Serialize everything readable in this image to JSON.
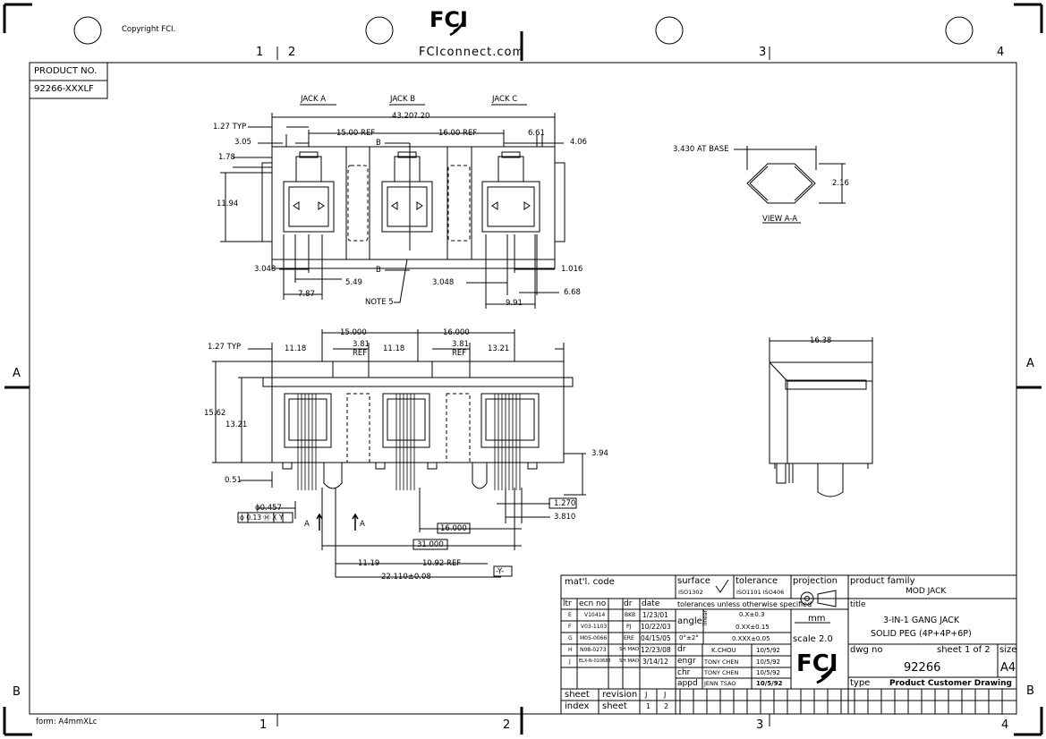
{
  "header": {
    "copyright": "Copyright FCI.",
    "logo_text": "FCI",
    "website": "FCIconnect.com",
    "form": "form: A4mmXLc"
  },
  "zones": {
    "top": [
      "1",
      "2",
      "3",
      "4"
    ],
    "bottom": [
      "1",
      "2",
      "3",
      "4"
    ],
    "left": [
      "A",
      "B"
    ],
    "right": [
      "A",
      "B"
    ]
  },
  "product": {
    "label": "PRODUCT NO.",
    "number": "92266-XXXLF"
  },
  "top_view": {
    "jack_a": "JACK A",
    "jack_b": "JACK B",
    "jack_c": "JACK C",
    "dims": {
      "overall": "43.20?.20",
      "typ": "1.27 TYP",
      "d305": "3.05",
      "d178": "1.78",
      "d1194": "11.94",
      "ref15": "15.00 REF",
      "ref16": "16.00 REF",
      "d661": "6.61",
      "d406": "4.06",
      "b_top": "B",
      "b_bot": "B",
      "d3048a": "3.048",
      "d549": "5.49",
      "d787": "7.87",
      "note": "NOTE 5",
      "d3048b": "3.048",
      "d1016": "1.016",
      "d668": "6.68",
      "d991": "9.91"
    }
  },
  "view_aa": {
    "base": "3.430 AT BASE",
    "height": "2.16",
    "title": "VIEW A-A"
  },
  "front_view": {
    "dims": {
      "d15000": "15.000",
      "d16000": "16.000",
      "typ": "1.27 TYP",
      "d1118a": "11.18",
      "d381a": "3.81",
      "ref_a": "REF",
      "d1118b": "11.18",
      "d381b": "3.81",
      "ref_b": "REF",
      "d1321a": "13.21",
      "d1562": "15.62",
      "d1321b": "13.21",
      "d051": "0.51",
      "d394": "3.94",
      "d0457": "ϕ0.457",
      "fcf": "ϕ 0.13 Ⓜ X Y",
      "a_left": "A",
      "a_right": "A",
      "d1270": "1.270",
      "d3810": "3.810",
      "d16000b": "16.000",
      "d31000": "31.000",
      "d1119": "11.19",
      "d1092": "10.92 REF",
      "datum_y": "-Y-",
      "d22110": "22.110±0.08"
    }
  },
  "side_view": {
    "width": "16.38"
  },
  "title_block": {
    "mat_code": "mat'l. code",
    "surface": "surface",
    "surface_std": "ISO1302",
    "tolerance": "tolerance",
    "tol_std": "ISO1101  ISO406",
    "projection": "projection",
    "product_family_label": "product family",
    "product_family": "MOD JACK",
    "rev_head": [
      "ltr",
      "ecn no",
      "dr",
      "date"
    ],
    "revisions": [
      [
        "E",
        "V10414",
        "BKB",
        "1/23/01"
      ],
      [
        "F",
        "V03-1103",
        "PJ",
        "10/22/03"
      ],
      [
        "G",
        "M05-0066",
        "ERE",
        "04/15/05"
      ],
      [
        "H",
        "N08-0273",
        "SH MAO",
        "12/23/08"
      ],
      [
        "J",
        "ELX-N-010683",
        "SH MAO",
        "3/14/12"
      ]
    ],
    "tol_note": "tolerances unless otherwise specified",
    "angle": "angle",
    "linear": "linear",
    "angle_tol": "0°±2°",
    "tol1": "0.X±0.3",
    "tol2": "0.XX±0.15",
    "tol3": "0.XXX±0.05",
    "unit": "mm",
    "scale": "scale 2.0",
    "title_label": "title",
    "title_line1": "3-IN-1 GANG JACK",
    "title_line2": "SOLID PEG (4P+4P+6P)",
    "signoff": [
      [
        "dr",
        "K.CHOU",
        "10/5/92"
      ],
      [
        "engr",
        "TONY CHEN",
        "10/5/92"
      ],
      [
        "chr",
        "TONY CHEN",
        "10/5/92"
      ],
      [
        "appd",
        "JENN TSAO",
        "10/5/92"
      ]
    ],
    "dwg_no_label": "dwg no",
    "dwg_no": "92266",
    "sheet_label": "sheet 1 of 2",
    "size_label": "size",
    "size": "A4",
    "type_label": "type",
    "type_value": "Product Customer Drawing",
    "sheet_index": "sheet",
    "index": "index",
    "revision": "revision",
    "rev_letter": "J",
    "rev_val": "J",
    "sheet_word": "sheet",
    "sheet1": "1",
    "sheet2": "2"
  }
}
